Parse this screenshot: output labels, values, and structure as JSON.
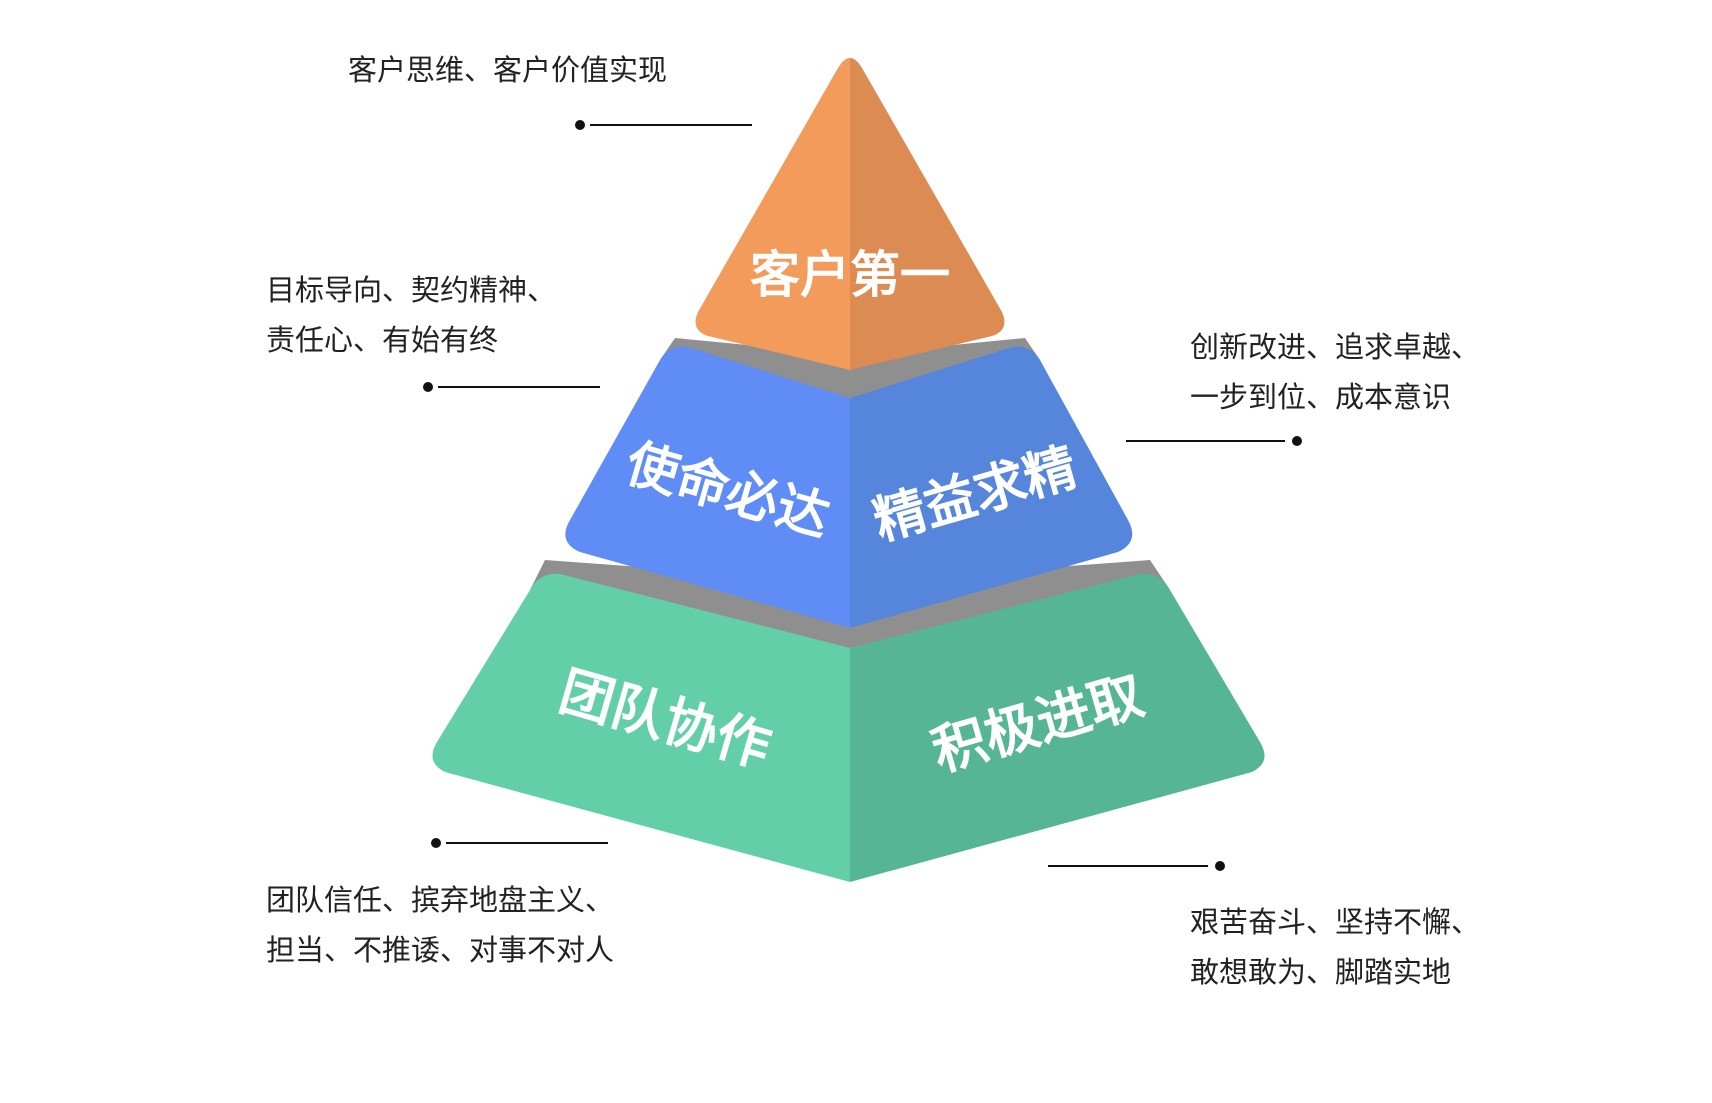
{
  "pyramid": {
    "top": {
      "label": "客户第一",
      "color_left": "#F29B5A",
      "color_right": "#DC8B53"
    },
    "middle": {
      "left_label": "使命必达",
      "right_label": "精益求精",
      "color_left": "#5F8CF5",
      "color_right": "#5586DC"
    },
    "bottom": {
      "left_label": "团队协作",
      "right_label": "积极进取",
      "color_left": "#62CFA9",
      "color_right": "#56B594"
    },
    "shadow_color": "#8F8F8F"
  },
  "annotations": {
    "top": {
      "line1": "客户思维、客户价值实现"
    },
    "mid_left": {
      "line1": "目标导向、契约精神、",
      "line2": "责任心、有始有终"
    },
    "mid_right": {
      "line1": "创新改进、追求卓越、",
      "line2": "一步到位、成本意识"
    },
    "bottom_left": {
      "line1": "团队信任、摈弃地盘主义、",
      "line2": "担当、不推诿、对事不对人"
    },
    "bottom_right": {
      "line1": "艰苦奋斗、坚持不懈、",
      "line2": "敢想敢为、脚踏实地"
    }
  }
}
